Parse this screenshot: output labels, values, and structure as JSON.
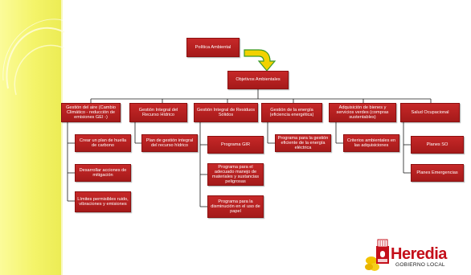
{
  "diagram": {
    "root": "Política Ambiental",
    "objectives": "Objetivos Ambientales",
    "categories": [
      {
        "label": "Gestión del aire (Cambio Climático - reducción de emisiones GEI -)",
        "items": [
          "Crear un plan de huella de carbono",
          "Desarrollar acciones de mitigación",
          "Límites permisibles ruido, vibraciones y emisiones"
        ]
      },
      {
        "label": "Gestión Integral del Recurso Hídrico",
        "items": [
          "Plan de gestión integral del recurso hídrico"
        ]
      },
      {
        "label": "Gestión Integral de Residuos Sólidos",
        "items": [
          "Programa GIR",
          "Programa para el adecuado manejo de materiales y sustancias peligrosas",
          "Programa para la disminución en el uso de papel"
        ]
      },
      {
        "label": "Gestión de la energía (eficiencia energética)",
        "items": [
          "Programa para la gestión eficiente de la energía eléctrica"
        ]
      },
      {
        "label": "Adquisición de bienes y servicios verdes (compras sustentables)",
        "items": [
          "Criterios ambientales en las adquisiciones"
        ]
      },
      {
        "label": "Salud Ocupacional",
        "items": [
          "Planes SO",
          "Planes Emergencias"
        ]
      }
    ]
  },
  "logo": {
    "title": "Heredia",
    "subtitle": "GOBIERNO LOCAL"
  },
  "colors": {
    "box": "#b31f1f",
    "arrow": "#f2d200",
    "arrow_outline": "#3a9a2a",
    "sidebar": "#f4f46a",
    "logo_red": "#c40f1a"
  }
}
